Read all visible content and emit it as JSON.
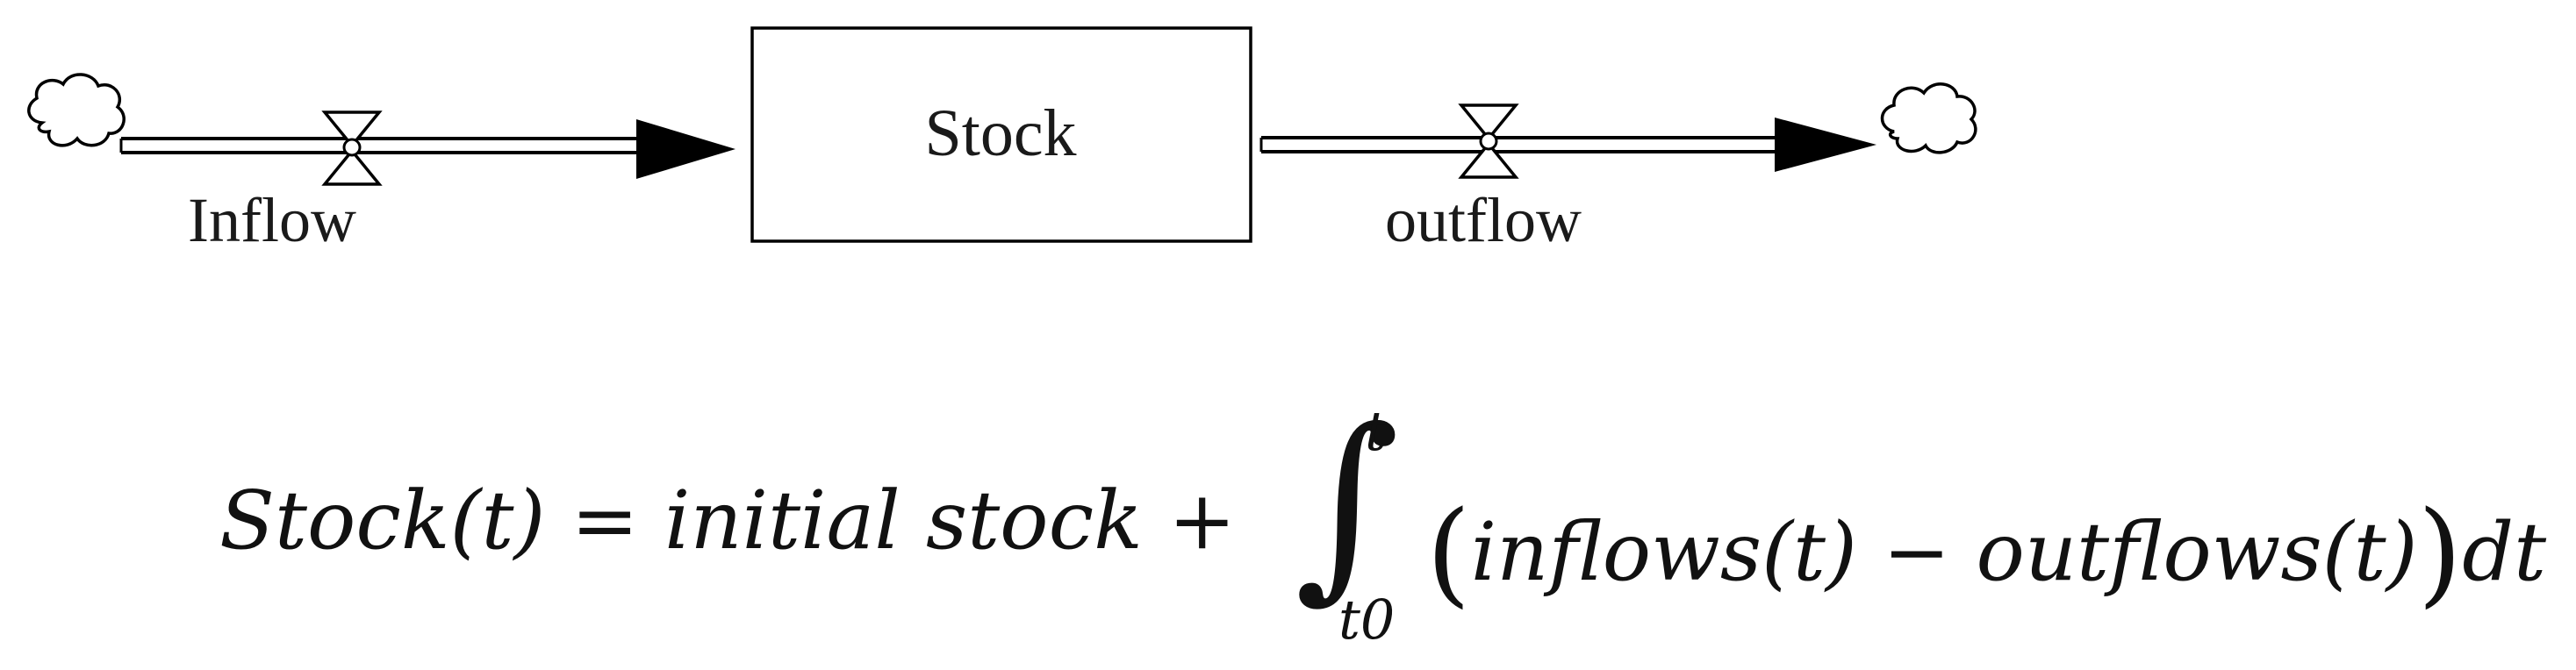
{
  "diagram": {
    "stock_label": "Stock",
    "inflow_label": "Inflow",
    "outflow_label": "outflow",
    "icons": {
      "source": "cloud-icon",
      "sink": "cloud-icon",
      "inflow_valve": "valve-icon",
      "outflow_valve": "valve-icon",
      "inflow_arrow": "arrow-head-icon",
      "outflow_arrow": "arrow-head-icon"
    },
    "stroke_color": "#000000",
    "text_color": "#1a1a1a"
  },
  "equation": {
    "lhs_text": "Stock(t) = initial stock +",
    "integral_symbol": "∫",
    "upper_limit": "t",
    "lower_limit": "t0",
    "open_paren": "(",
    "integrand": "inflows(t) − outflows(t)",
    "close_paren": ")",
    "differential": "dt"
  }
}
